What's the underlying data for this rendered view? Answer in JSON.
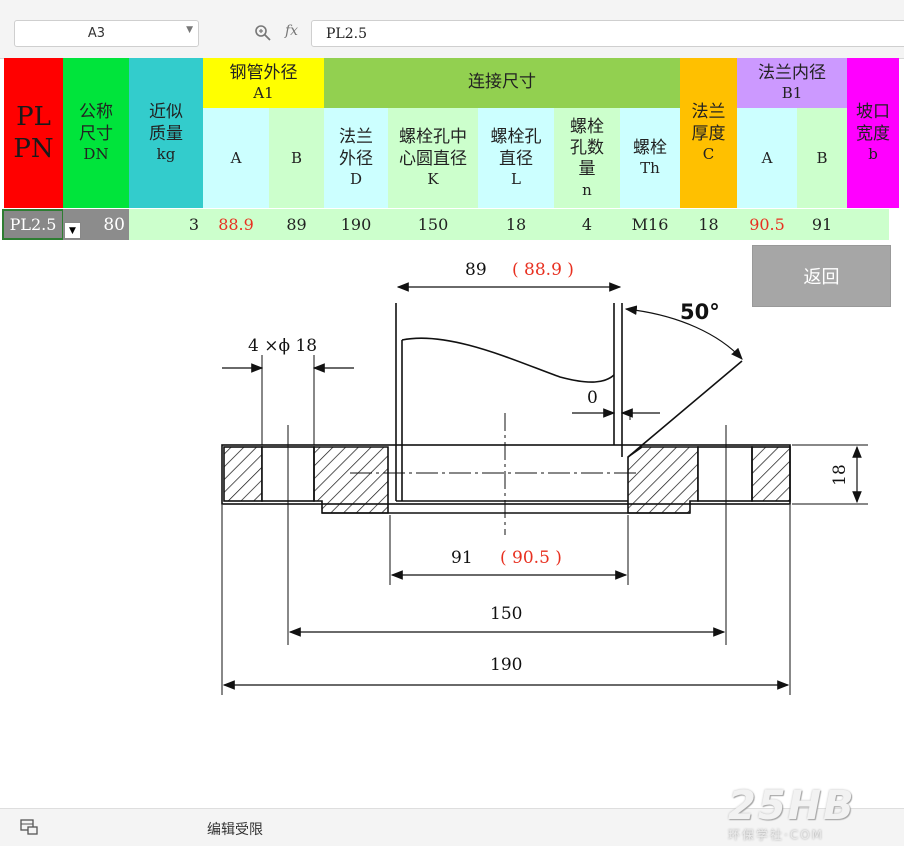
{
  "formula_bar": {
    "cell_ref": "A3",
    "fx_label": "fx",
    "formula_value": "PL2.5"
  },
  "header": {
    "pl_pn": "PL\nPN",
    "pl_pn_line1": "PL",
    "pl_pn_line2": "PN",
    "nominal_size": "公称\n尺寸",
    "nominal_size_code": "DN",
    "approx_mass": "近似\n质量",
    "approx_mass_unit": "kg",
    "pipe_od": "钢管外径",
    "pipe_od_code": "A1",
    "pipe_od_a": "A",
    "pipe_od_b": "B",
    "connection_size": "连接尺寸",
    "flange_od": "法兰\n外径",
    "flange_od_code": "D",
    "bolt_circle": "螺栓孔中\n心圆直径",
    "bolt_circle_code": "K",
    "bolt_hole_dia": "螺栓孔\n直径",
    "bolt_hole_dia_code": "L",
    "bolt_count": "螺栓\n孔数\n量",
    "bolt_count_code": "n",
    "bolt": "螺栓",
    "bolt_code": "Th",
    "flange_thickness": "法兰\n厚度",
    "flange_thickness_code": "C",
    "flange_id": "法兰内径",
    "flange_id_code": "B1",
    "flange_id_a": "A",
    "flange_id_b": "B",
    "bevel_width": "坡口\n宽度",
    "bevel_width_code": "b"
  },
  "row": {
    "pl_pn": "PL2.5",
    "dn": "80",
    "mass": "3",
    "pipe_a": "88.9",
    "pipe_b": "89",
    "flange_od": "190",
    "bolt_circle": "150",
    "bolt_hole": "18",
    "bolt_count": "4",
    "bolt": "M16",
    "thickness": "18",
    "id_a": "90.5",
    "id_b": "91",
    "bevel": ""
  },
  "back_button": "返回",
  "drawing": {
    "pipe_od_b": "89",
    "pipe_od_a": "( 88.9 )",
    "angle": "50°",
    "holes_label": "4 ×ϕ 18",
    "gap": "0",
    "thickness": "18",
    "id_b": "91",
    "id_a": "( 90.5 )",
    "bolt_circle": "150",
    "flange_od": "190"
  },
  "status": {
    "text": "编辑受限"
  },
  "watermark": {
    "logo": "25HB",
    "sub": "环保学社·COM"
  },
  "colors": {
    "red_value": "#e83020",
    "header_red": "#ff0000",
    "header_green": "#00e43b",
    "header_teal": "#33cccc",
    "header_yellow": "#ffff00",
    "header_olive": "#92d050",
    "header_orange": "#ffc000",
    "header_purple": "#cc99ff",
    "header_magenta": "#ff00ff",
    "sub_cyan": "#ccffff",
    "sub_lightgreen": "#ccffcc"
  }
}
